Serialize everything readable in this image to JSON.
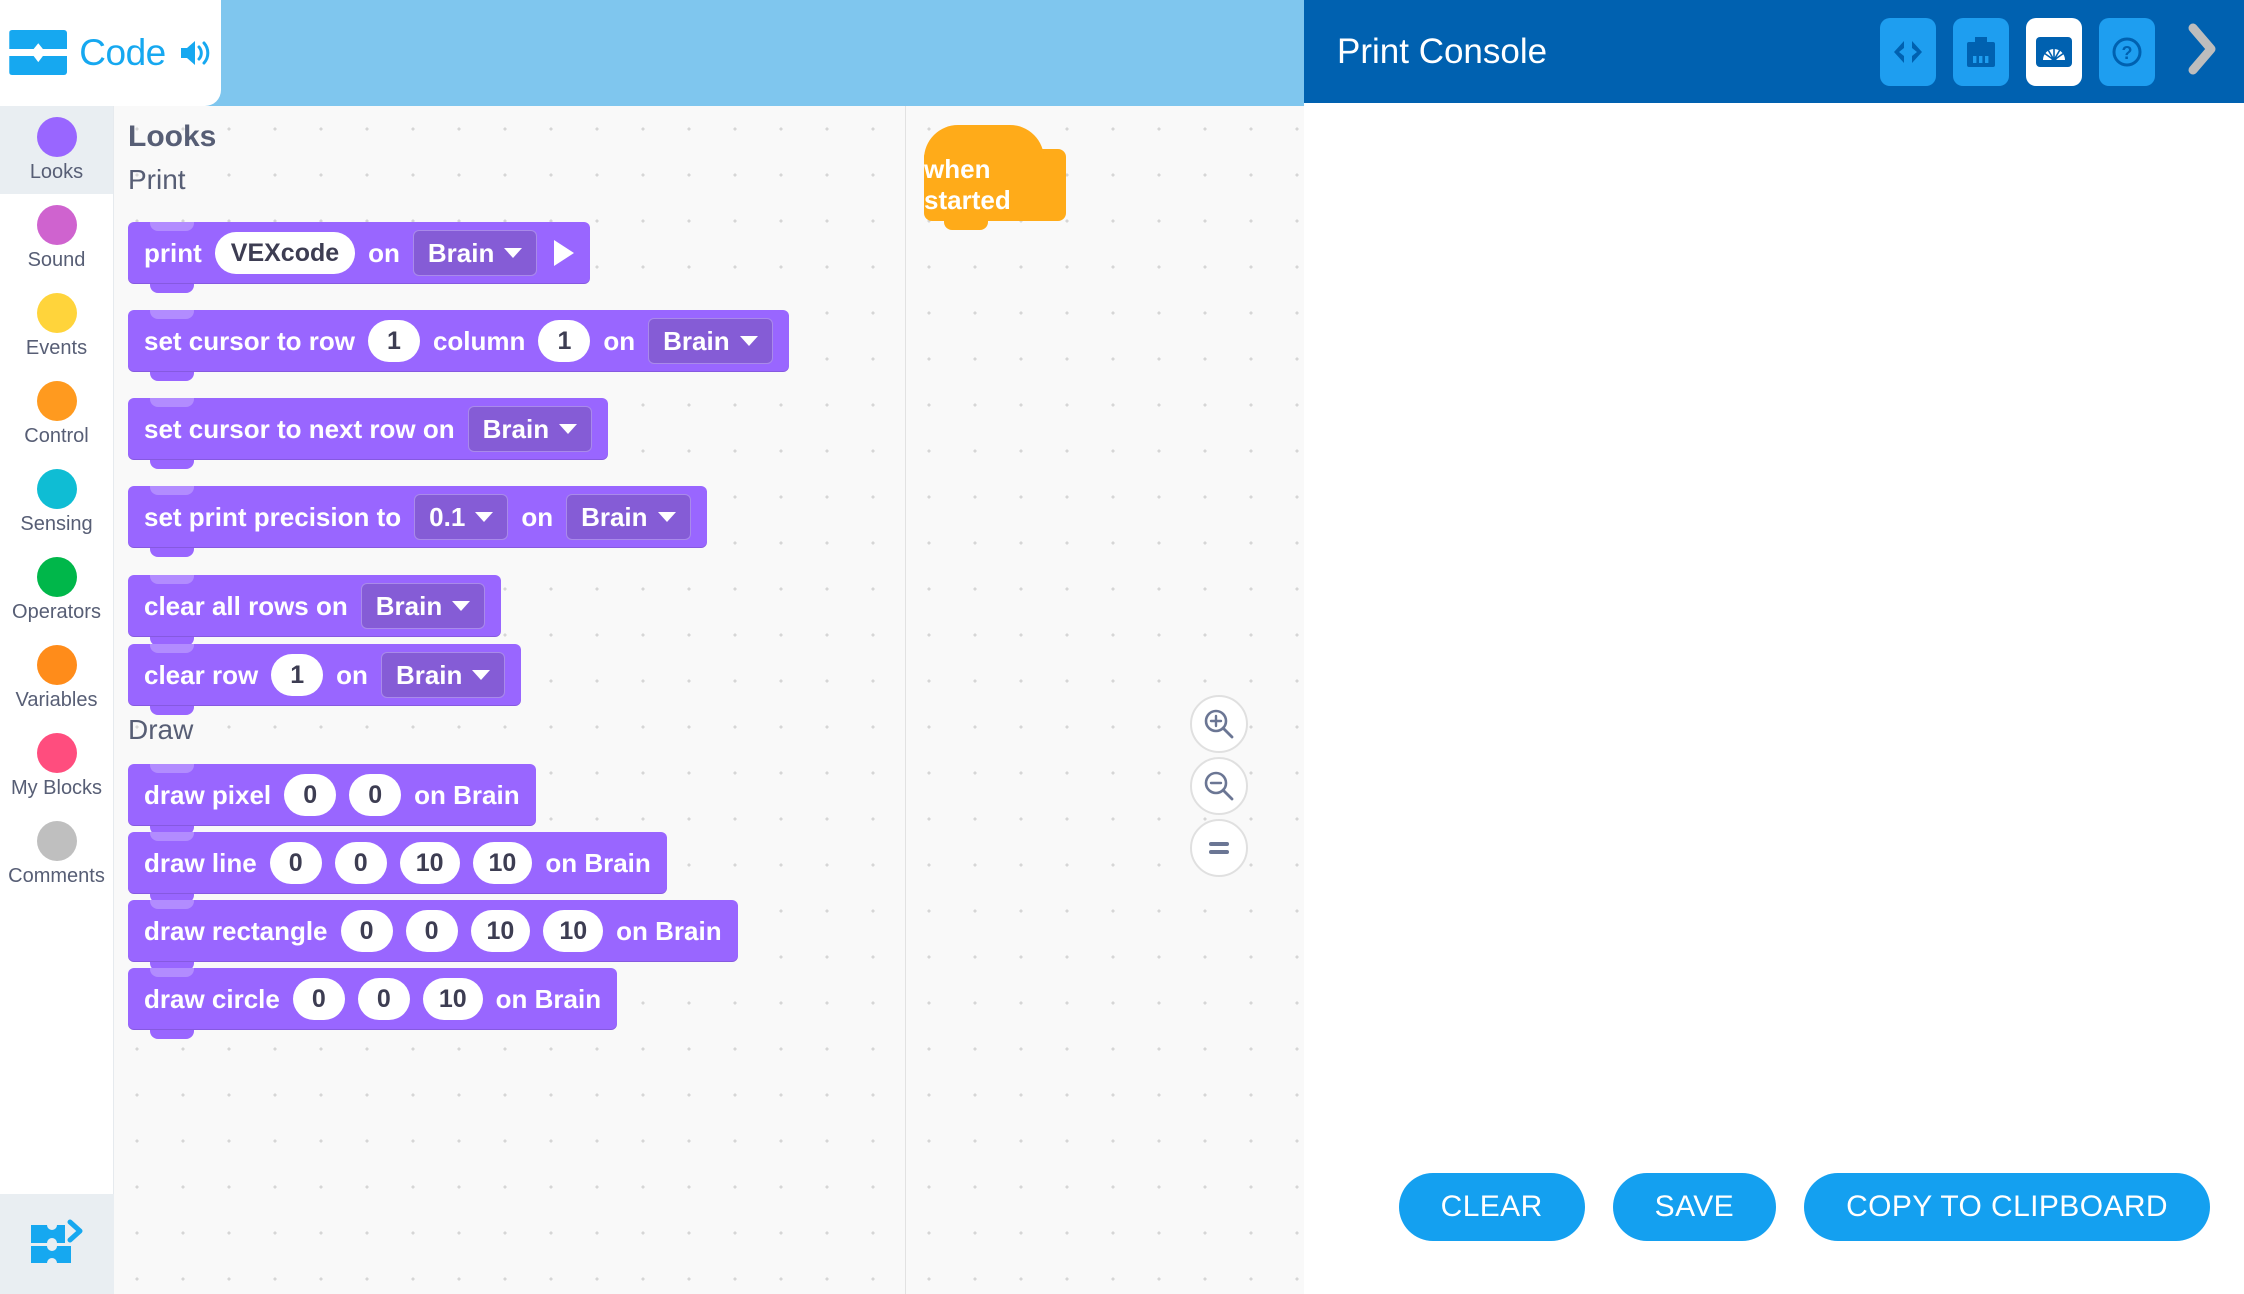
{
  "app": {
    "logo_label": "Code",
    "speaker_icon": "speaker-icon",
    "logo_icon": "vexcode-blocks-icon"
  },
  "sidebar": {
    "items": [
      {
        "label": "Looks",
        "color": "#9966ff",
        "selected": true
      },
      {
        "label": "Sound",
        "color": "#cf63cf",
        "selected": false
      },
      {
        "label": "Events",
        "color": "#ffd43b",
        "selected": false
      },
      {
        "label": "Control",
        "color": "#ff9a1f",
        "selected": false
      },
      {
        "label": "Sensing",
        "color": "#0fbdd4",
        "selected": false
      },
      {
        "label": "Operators",
        "color": "#00b74a",
        "selected": false
      },
      {
        "label": "Variables",
        "color": "#ff8c1a",
        "selected": false
      },
      {
        "label": "My Blocks",
        "color": "#ff4d7e",
        "selected": false
      },
      {
        "label": "Comments",
        "color": "#bfbfbf",
        "selected": false
      }
    ],
    "toggle_icon": "blocks-to-text-icon"
  },
  "palette": {
    "category_title": "Looks",
    "sections": [
      {
        "name": "Print"
      },
      {
        "name": "Draw"
      }
    ],
    "blocks": [
      {
        "label": "print",
        "value": "VEXcode",
        "target": "Brain",
        "run": "play-icon"
      },
      {
        "label": "set cursor to row",
        "row": "1",
        "column_label": "column",
        "column": "1",
        "on_label": "on",
        "target": "Brain"
      },
      {
        "label": "set cursor to next row on",
        "target": "Brain"
      },
      {
        "label": "set print precision to",
        "precision": "0.1",
        "on_label": "on",
        "target": "Brain"
      },
      {
        "label": "clear all rows on",
        "target": "Brain"
      },
      {
        "label": "clear row",
        "row": "1",
        "on_label": "on",
        "target": "Brain"
      },
      {
        "label": "draw pixel",
        "args": [
          "0",
          "0"
        ],
        "suffix": "on Brain"
      },
      {
        "label": "draw line",
        "args": [
          "0",
          "0",
          "10",
          "10"
        ],
        "suffix": "on Brain"
      },
      {
        "label": "draw rectangle",
        "args": [
          "0",
          "0",
          "10",
          "10"
        ],
        "suffix": "on Brain"
      },
      {
        "label": "draw circle",
        "args": [
          "0",
          "0",
          "10"
        ],
        "suffix": "on Brain"
      }
    ]
  },
  "workspace": {
    "hat_block": "when started",
    "zoom_in_icon": "zoom-in-icon",
    "zoom_out_icon": "zoom-out-icon",
    "zoom_reset_icon": "zoom-reset-icon"
  },
  "console": {
    "title": "Print Console",
    "output_text": "",
    "header_icons": [
      {
        "name": "code-view-icon",
        "active": false
      },
      {
        "name": "device-info-icon",
        "active": false
      },
      {
        "name": "dashboard-icon",
        "active": true
      },
      {
        "name": "help-icon",
        "active": false
      }
    ],
    "collapse_icon": "chevron-right-icon",
    "buttons": [
      {
        "label": "CLEAR"
      },
      {
        "label": "SAVE"
      },
      {
        "label": "COPY TO CLIPBOARD"
      }
    ]
  },
  "colors": {
    "brand_blue": "#16a8f0",
    "header_blue": "#0061b0",
    "looks_purple": "#9966ff",
    "events_orange": "#ffab19",
    "highlight_red": "#fe0000"
  }
}
